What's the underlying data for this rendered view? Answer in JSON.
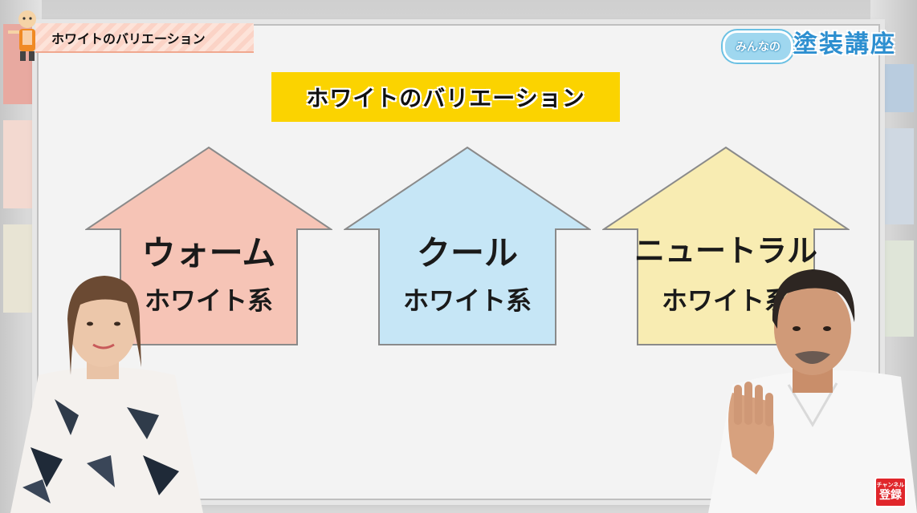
{
  "caption": {
    "text": "ホワイトのバリエーション"
  },
  "logo": {
    "badge": "みんなの",
    "main": "塗装講座"
  },
  "title": "ホワイトのバリエーション",
  "arrows": [
    {
      "line1": "ウォーム",
      "line2": "ホワイト系",
      "color": "#f6c4b6"
    },
    {
      "line1": "クール",
      "line2": "ホワイト系",
      "color": "#c6e6f6"
    },
    {
      "line1": "ニュートラル",
      "line2": "ホワイト系",
      "color": "#f8ecb2"
    }
  ],
  "subscribe": {
    "small": "チャンネル",
    "big": "登録"
  }
}
